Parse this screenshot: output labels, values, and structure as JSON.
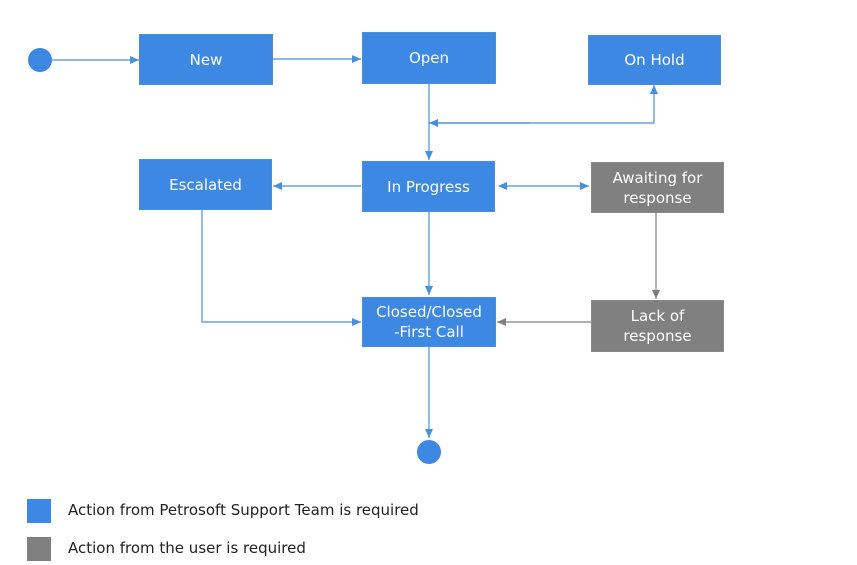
{
  "colors": {
    "support": "#3c88e3",
    "user": "#808080",
    "blue_arrow": "#4a8fdc",
    "gray_arrow": "#7f7f7f"
  },
  "nodes": {
    "new": "New",
    "open": "Open",
    "on_hold": "On Hold",
    "escalated": "Escalated",
    "in_progress": "In Progress",
    "awaiting": "Awaiting for\nresponse",
    "closed": "Closed/Closed\n-First Call",
    "lack": "Lack of\nresponse"
  },
  "legend": {
    "support": "Action from Petrosoft Support Team is required",
    "user": "Action from the user is required"
  }
}
